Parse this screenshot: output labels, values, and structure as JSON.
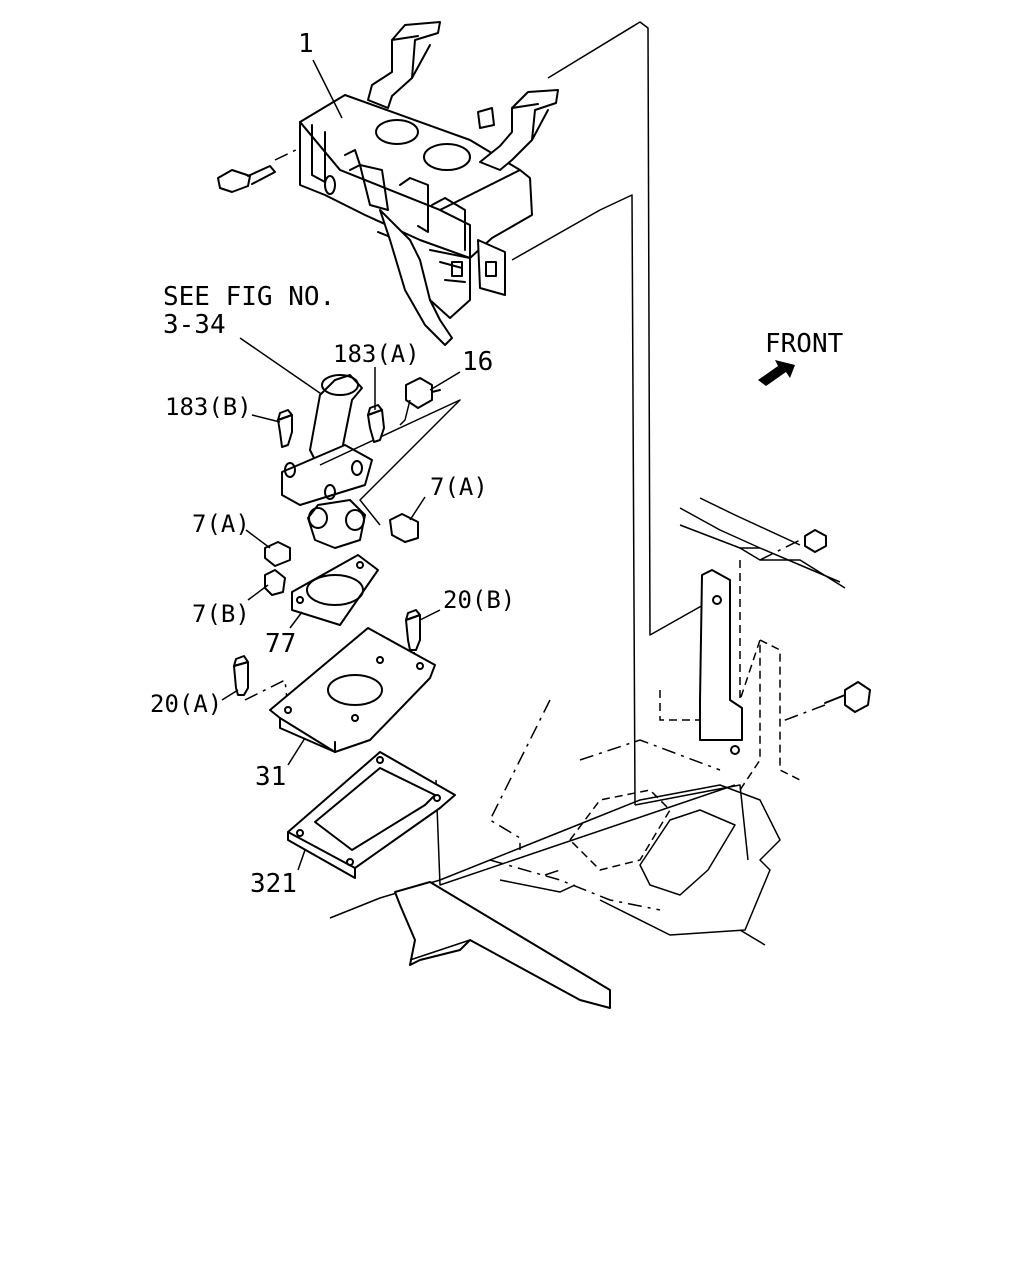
{
  "labels": {
    "p1": "1",
    "see_fig_line1": "SEE FIG NO.",
    "see_fig_line2": "3-34",
    "p183a": "183(A)",
    "p183b": "183(B)",
    "p16": "16",
    "front": "FRONT",
    "p7a_right": "7(A)",
    "p7a_left": "7(A)",
    "p7b": "7(B)",
    "p20b": "20(B)",
    "p77": "77",
    "p20a": "20(A)",
    "p31": "31",
    "p321": "321"
  },
  "colors": {
    "ink": "#000000",
    "paper": "#ffffff"
  },
  "icons": {
    "front_arrow": "front-arrow-icon"
  }
}
